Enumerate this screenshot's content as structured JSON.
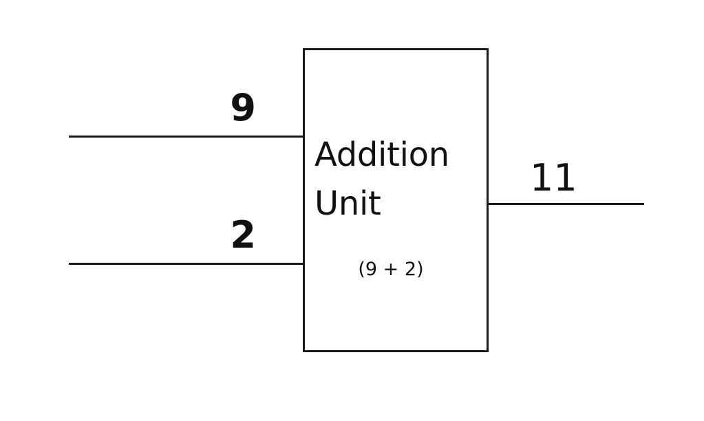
{
  "diagram": {
    "title": "Addition Unit",
    "background_color": "#ffffff",
    "stroke_color": "#1a1a1a",
    "text_color": "#111111",
    "block": {
      "label": "Addition\nUnit",
      "expression": "(9 + 2)"
    },
    "inputs": [
      {
        "name": "input-a",
        "value": "9"
      },
      {
        "name": "input-b",
        "value": "2"
      }
    ],
    "outputs": [
      {
        "name": "sum",
        "value": "11"
      }
    ]
  }
}
